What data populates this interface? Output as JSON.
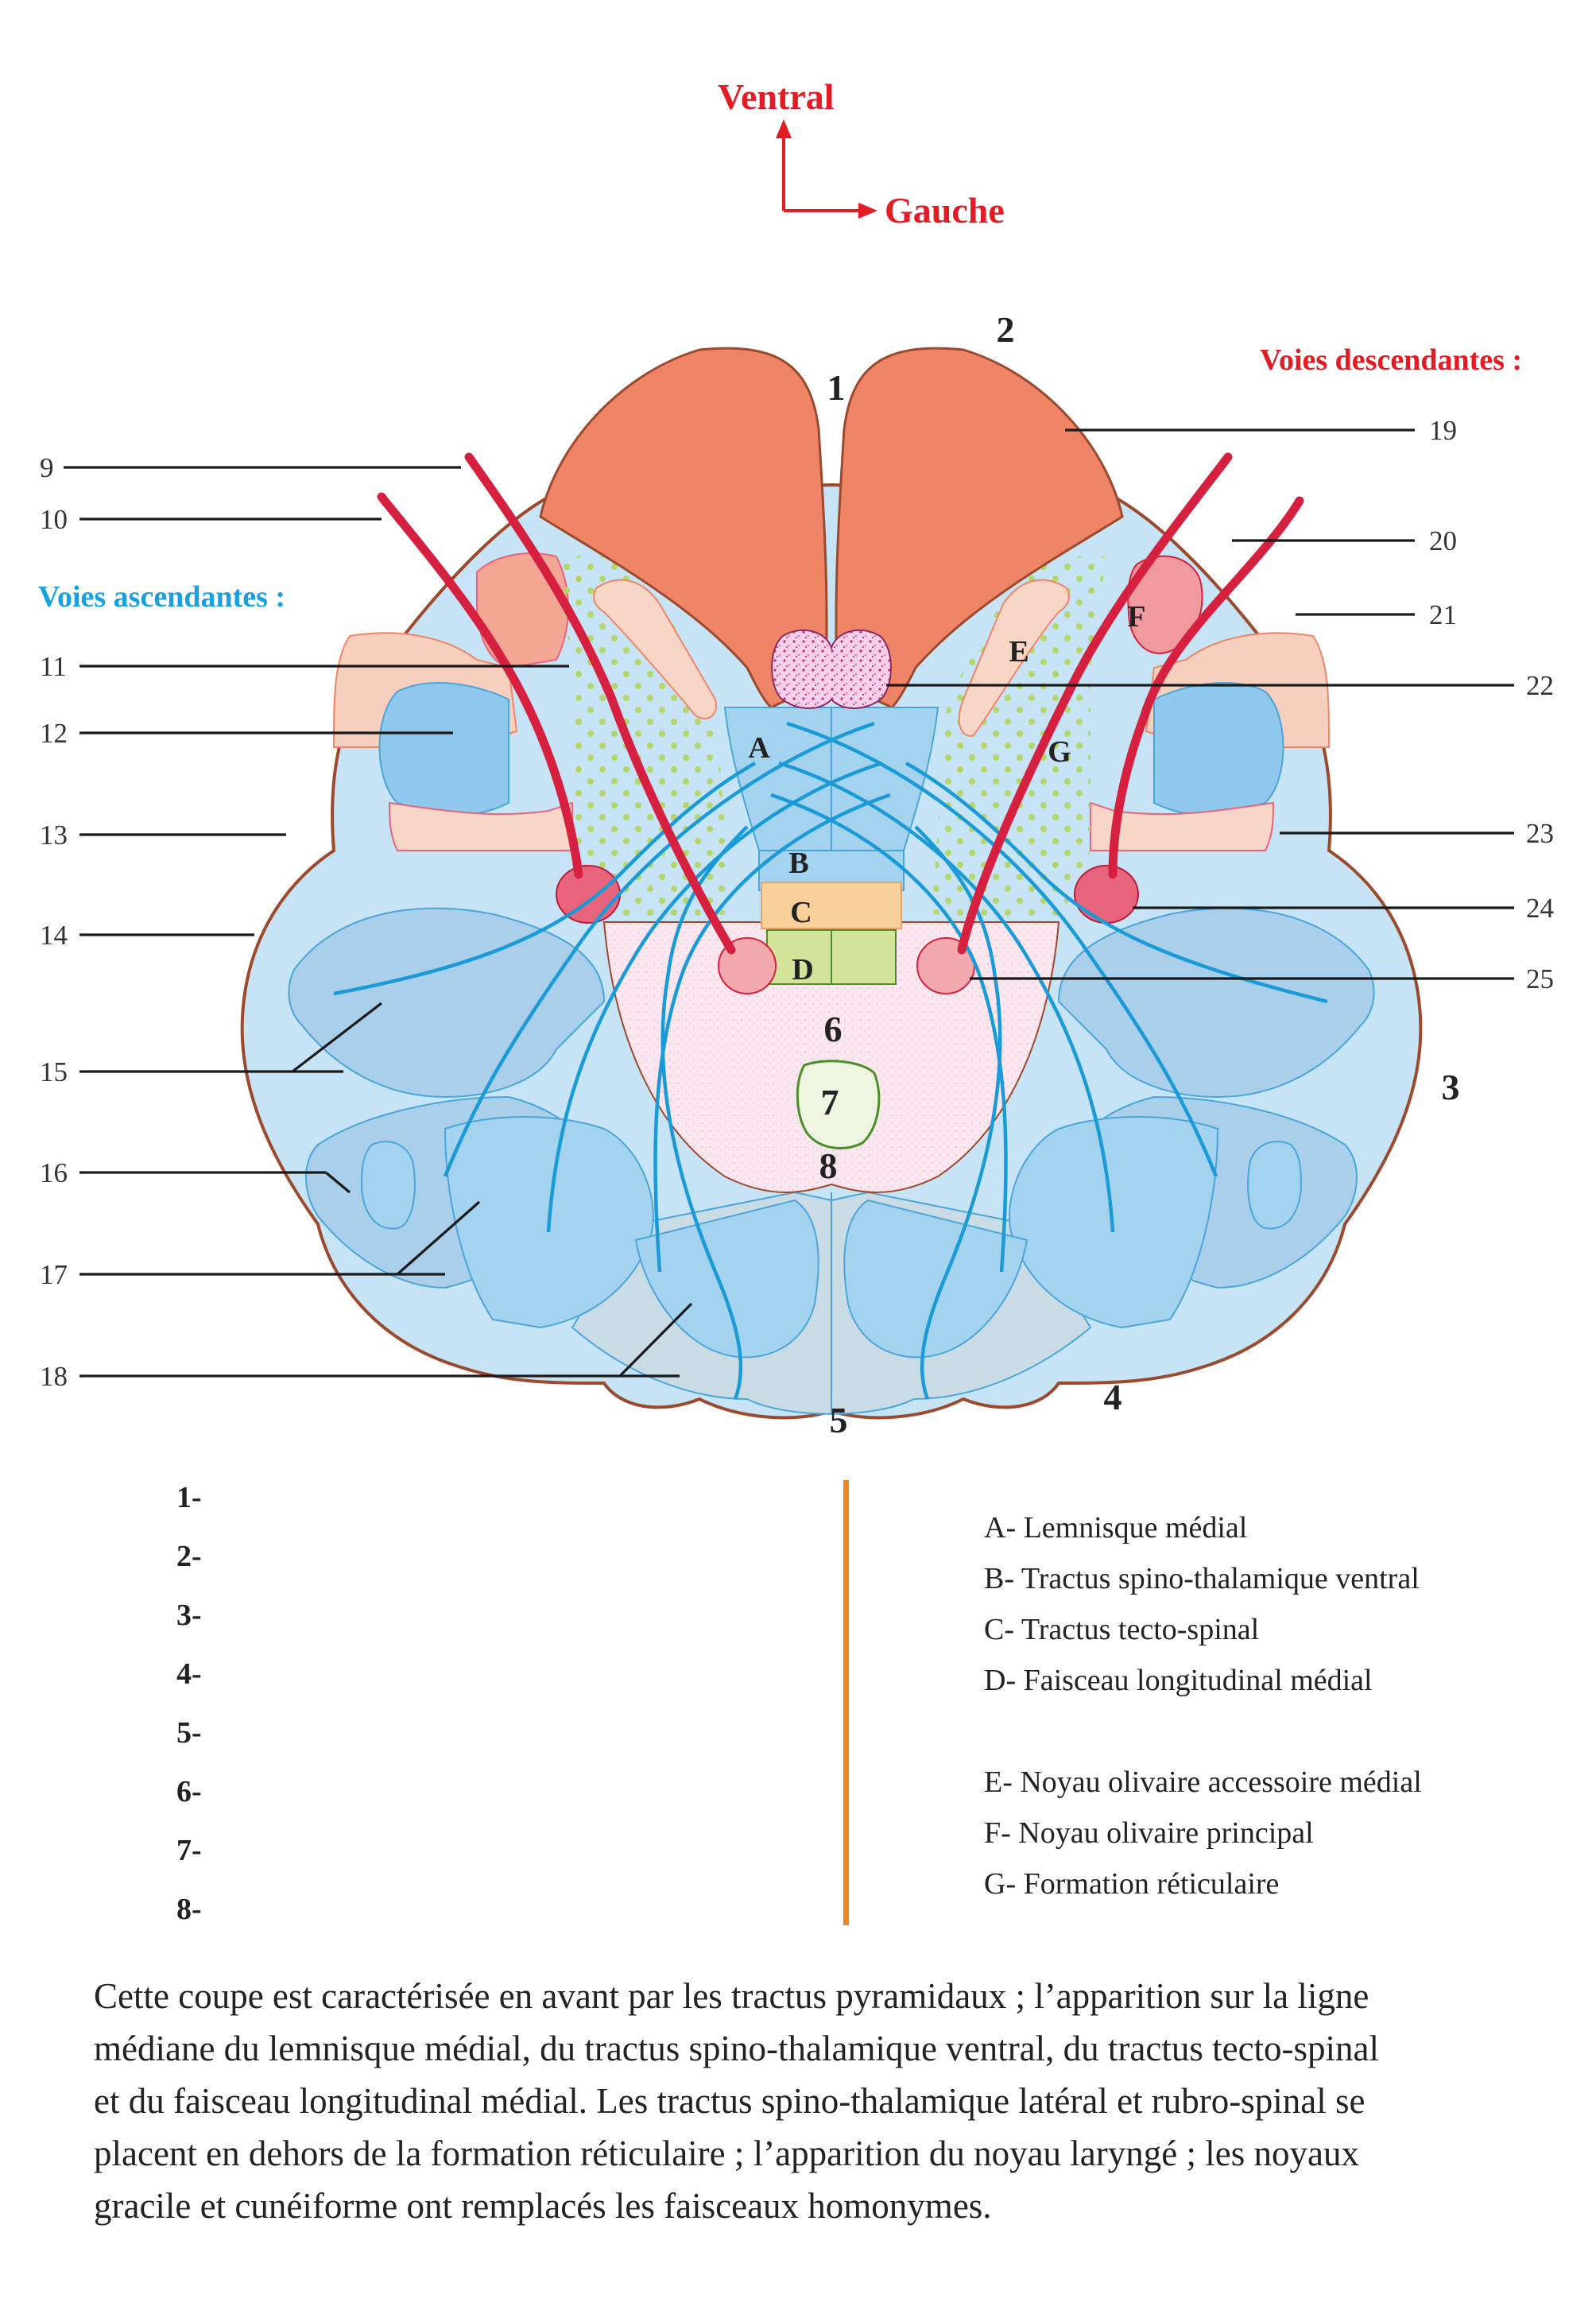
{
  "orientation": {
    "ventral": "Ventral",
    "left": "Gauche"
  },
  "headings": {
    "descending": "Voies descendantes :",
    "ascending": "Voies ascendantes :"
  },
  "left_labels": [
    "9",
    "10",
    "11",
    "12",
    "13",
    "14",
    "15",
    "16",
    "17",
    "18"
  ],
  "right_labels": [
    "19",
    "20",
    "21",
    "22",
    "23",
    "24",
    "25"
  ],
  "structure_numbers": [
    "1",
    "2",
    "3",
    "4",
    "5",
    "6",
    "7",
    "8"
  ],
  "letters": [
    "A",
    "B",
    "C",
    "D",
    "E",
    "F",
    "G"
  ],
  "numbered_list": [
    "1-",
    "2-",
    "3-",
    "4-",
    "5-",
    "6-",
    "7-",
    "8-"
  ],
  "legend_top": [
    "A- Lemnisque médial",
    "B- Tractus spino-thalamique ventral",
    "C- Tractus tecto-spinal",
    "D- Faisceau longitudinal médial"
  ],
  "legend_bottom": [
    "E- Noyau olivaire accessoire médial",
    "F- Noyau olivaire principal",
    "G- Formation réticulaire"
  ],
  "caption": [
    "Cette coupe est caractérisée en avant par les tractus pyramidaux ; l’apparition sur la ligne",
    "médiane du lemnisque médial, du tractus spino-thalamique ventral, du tractus tecto-spinal",
    "et du faisceau longitudinal médial. Les tractus spino-thalamique latéral et rubro-spinal se",
    "placent en dehors de la formation réticulaire ; l’apparition du noyau laryngé ; les noyaux",
    "gracile et cunéiforme ont remplacés les faisceaux homonymes."
  ],
  "colors": {
    "pyramid": "#ef8566",
    "outline": "#9b4a2e",
    "white_matter": "#c6e4f6",
    "nucleus_blue": "#a4d3ef",
    "fibre": "#1a9ad6",
    "red_tract": "#d5213f",
    "reticular_dots": "#b5d66a",
    "divider": "#f0841f",
    "heading_red": "#e31b23",
    "heading_blue": "#1aa0dc"
  }
}
